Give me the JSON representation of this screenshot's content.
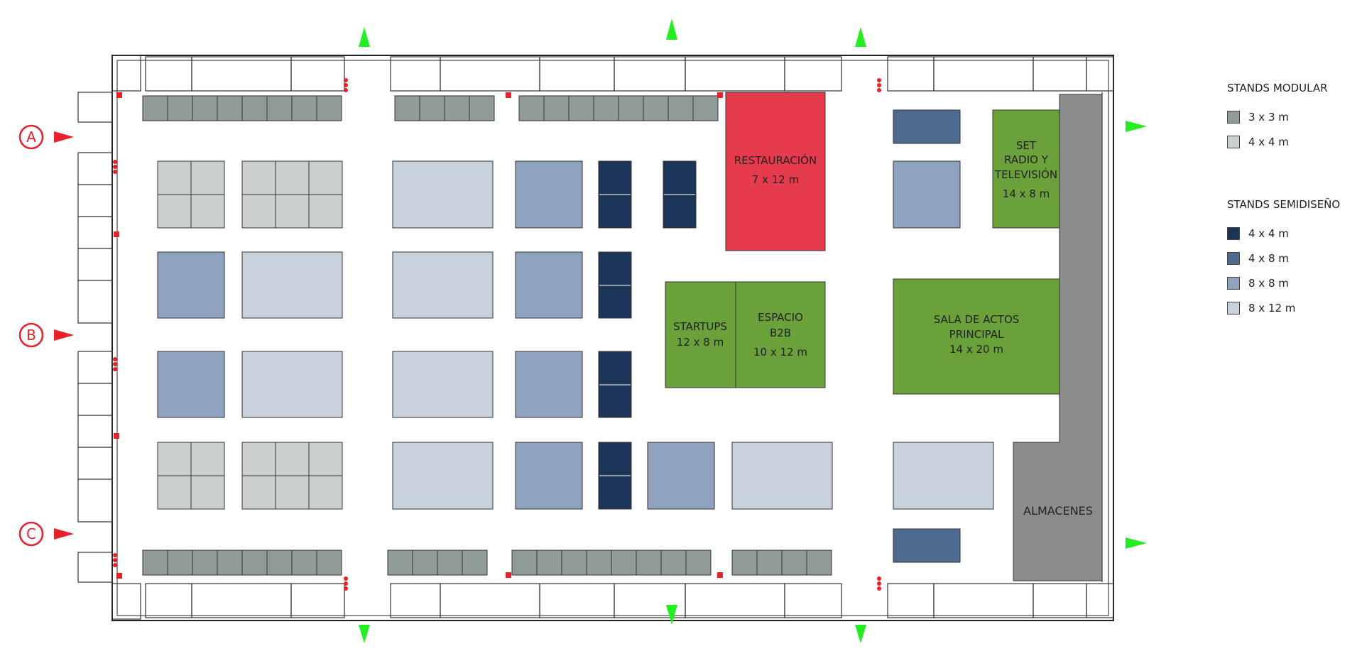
{
  "colors": {
    "modular_3x3": "#8f9b99",
    "modular_4x4": "#cbd0ce",
    "semi_4x4": "#1c3458",
    "semi_4x8": "#4f6a8f",
    "semi_8x8": "#8fa3bf",
    "semi_8x12": "#c9d1dd",
    "restauracion": "#e63b4d",
    "green_area": "#6aa13a",
    "almacenes": "#8c8c8c",
    "entrance_marker": "#e8202a",
    "exit_arrow": "#22ee22"
  },
  "legend": {
    "modular": {
      "title": "STANDS MODULAR",
      "items": [
        {
          "label": "3 x 3  m",
          "color": "#8f9b99"
        },
        {
          "label": "4 x 4  m",
          "color": "#cbd0ce"
        }
      ]
    },
    "semidiseno": {
      "title": "STANDS SEMIDISEÑO",
      "items": [
        {
          "label": "4 x 4  m",
          "color": "#1c3458"
        },
        {
          "label": "4 x 8  m",
          "color": "#4f6a8f"
        },
        {
          "label": "8 x 8  m",
          "color": "#8fa3bf"
        },
        {
          "label": "8 x 12  m",
          "color": "#c9d1dd"
        }
      ]
    }
  },
  "areas": {
    "restauracion": {
      "name": "RESTAURACIÓN",
      "size": "7 x 12 m"
    },
    "set_radio": {
      "line1": "SET",
      "line2": "RADIO Y",
      "line3": "TELEVISIÓN",
      "size": "14 x 8 m"
    },
    "startups": {
      "name": "STARTUPS",
      "size": "12 x 8 m"
    },
    "espacio_b2b": {
      "line1": "ESPACIO",
      "line2": "B2B",
      "size": "10 x 12 m"
    },
    "sala_actos": {
      "line1": "SALA DE ACTOS",
      "line2": "PRINCIPAL",
      "size": "14 x 20 m"
    },
    "almacenes": {
      "name": "ALMACENES"
    }
  },
  "entrances": [
    "A",
    "B",
    "C"
  ]
}
